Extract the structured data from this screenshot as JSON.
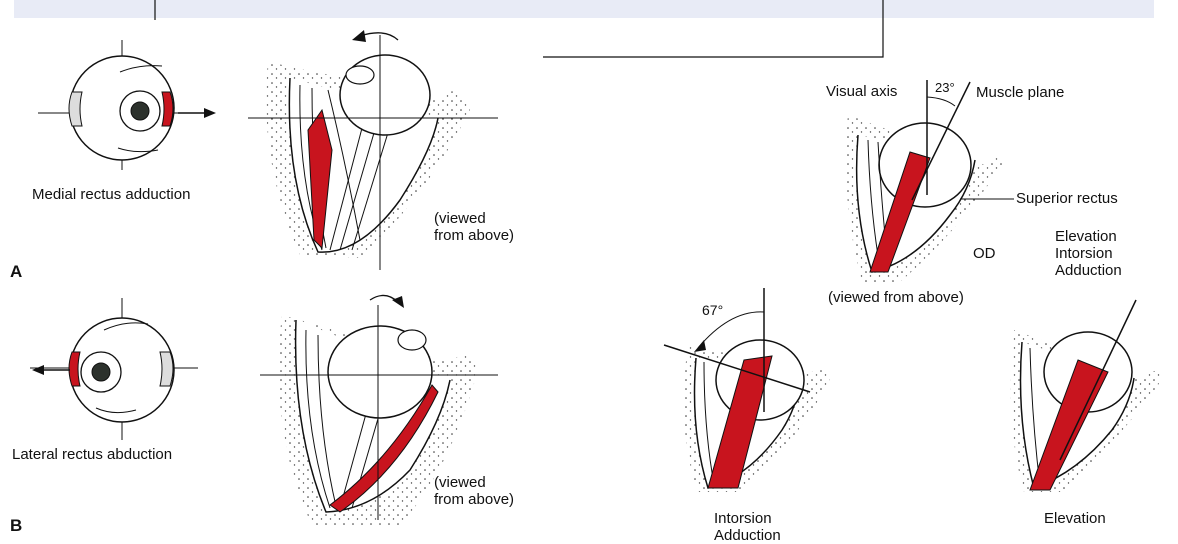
{
  "panels": {
    "a": "A",
    "b": "B"
  },
  "labels": {
    "medial": "Medial rectus adduction",
    "lateral": "Lateral rectus abduction",
    "viewed_1_l1": "(viewed",
    "viewed_1_l2": "from above)",
    "viewed_2_l1": "(viewed",
    "viewed_2_l2": "from above)",
    "visual_axis": "Visual axis",
    "angle_23": "23°",
    "muscle_plane": "Muscle plane",
    "superior_rectus": "Superior rectus",
    "od": "OD",
    "actions_l1": "Elevation",
    "actions_l2": "Intorsion",
    "actions_l3": "Adduction",
    "viewed_3": "(viewed from above)",
    "angle_67": "67°",
    "intorsion_l1": "Intorsion",
    "intorsion_l2": "Adduction",
    "elevation": "Elevation"
  },
  "colors": {
    "muscle": "#c8141e",
    "ink": "#111111",
    "bar": "#e8ebf6"
  }
}
